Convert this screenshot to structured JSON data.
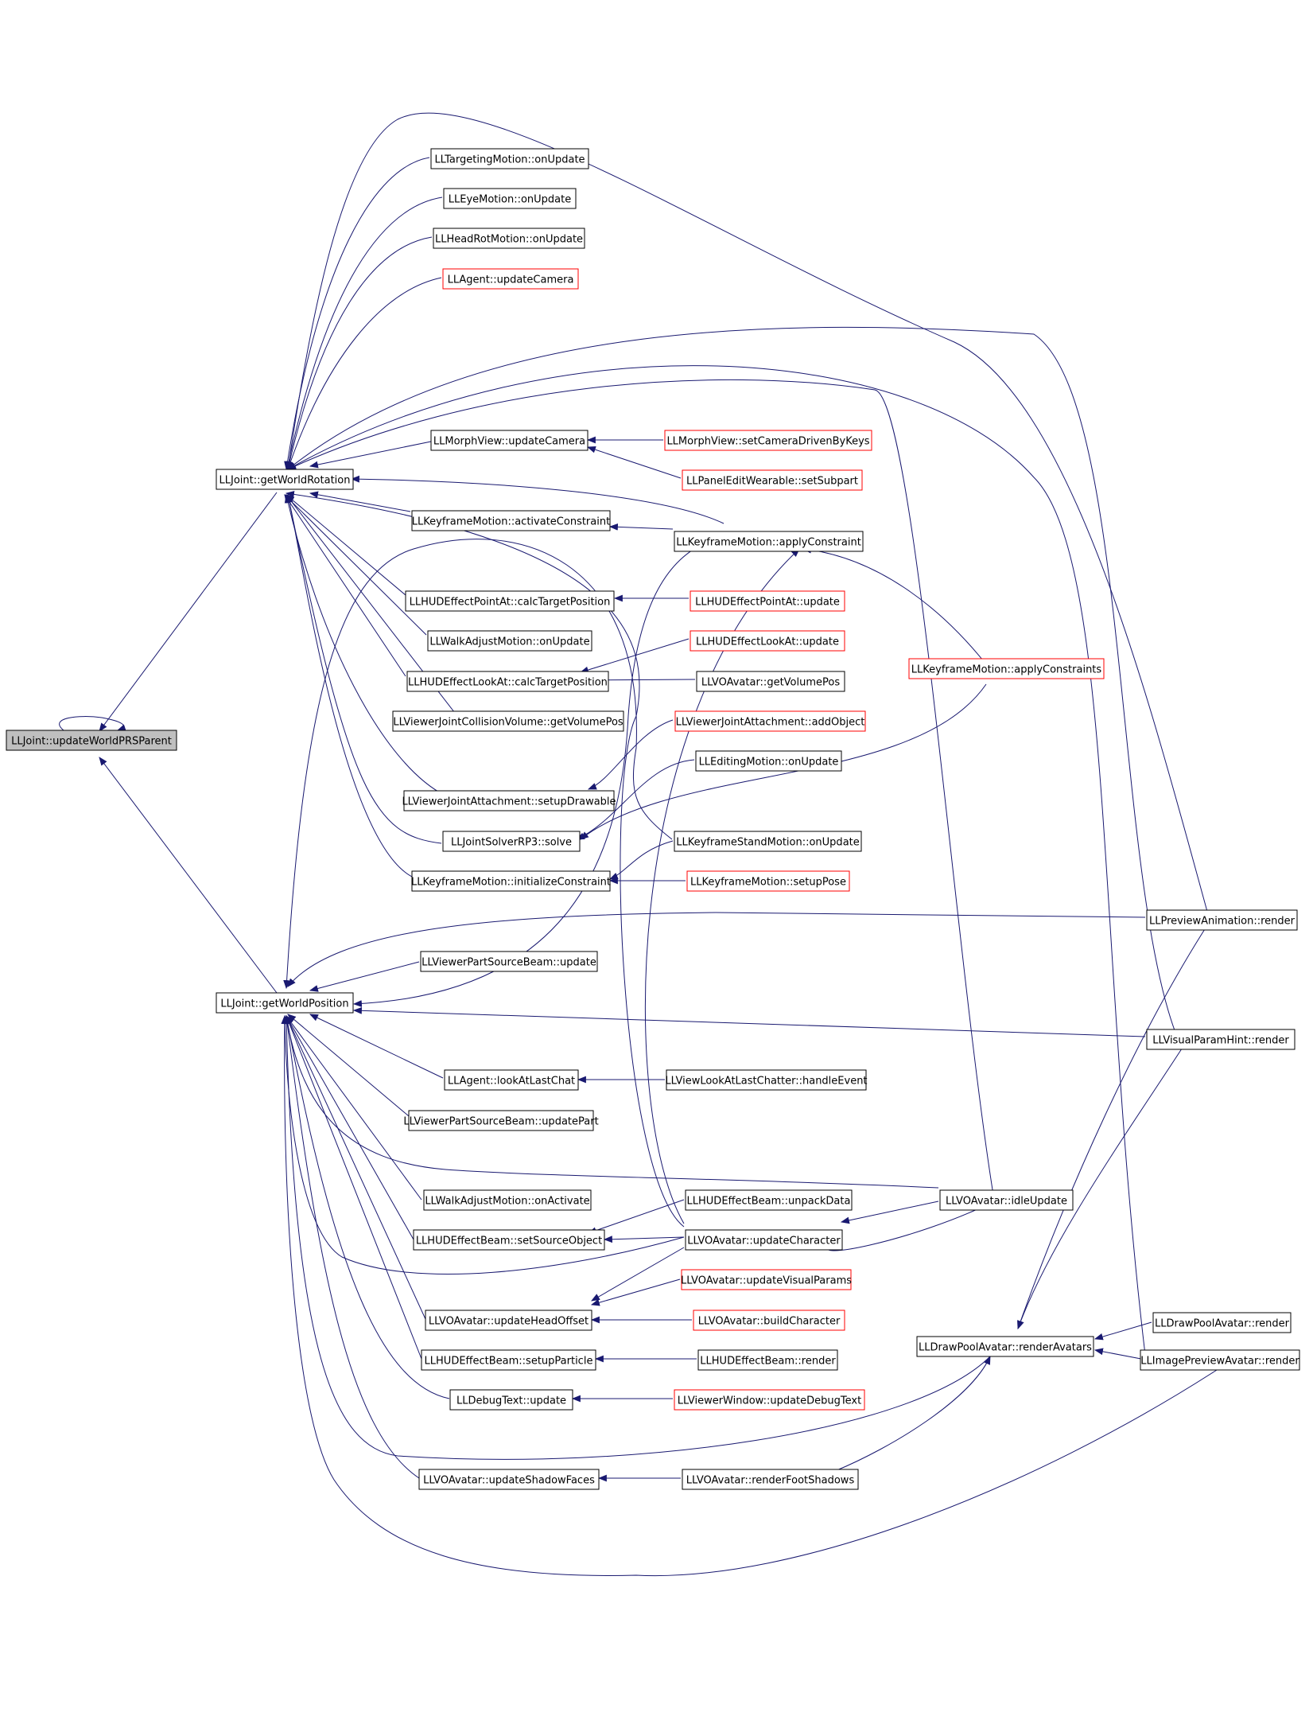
{
  "colors": {
    "edge": "#191970",
    "box_border": "#000000",
    "incomplete_border": "#ff0000",
    "focus_fill": "#bfbfbf",
    "background": "#ffffff"
  },
  "graph": {
    "root": {
      "label": "LLJoint::updateWorldPRSParent",
      "kind": "focus"
    },
    "nodes": [
      {
        "id": "gwr",
        "label": "LLJoint::getWorldRotation",
        "kind": "normal"
      },
      {
        "id": "gwp",
        "label": "LLJoint::getWorldPosition",
        "kind": "normal"
      },
      {
        "id": "tm_on",
        "label": "LLTargetingMotion::onUpdate",
        "kind": "normal"
      },
      {
        "id": "eye_on",
        "label": "LLEyeMotion::onUpdate",
        "kind": "normal"
      },
      {
        "id": "head_on",
        "label": "LLHeadRotMotion::onUpdate",
        "kind": "normal"
      },
      {
        "id": "agent_cam",
        "label": "LLAgent::updateCamera",
        "kind": "incomplete"
      },
      {
        "id": "morph_cam",
        "label": "LLMorphView::updateCamera",
        "kind": "normal"
      },
      {
        "id": "morph_set",
        "label": "LLMorphView::setCameraDrivenByKeys",
        "kind": "incomplete"
      },
      {
        "id": "panel_sub",
        "label": "LLPanelEditWearable::setSubpart",
        "kind": "incomplete"
      },
      {
        "id": "kf_act",
        "label": "LLKeyframeMotion::activateConstraint",
        "kind": "normal"
      },
      {
        "id": "kf_apply",
        "label": "LLKeyframeMotion::applyConstraint",
        "kind": "normal"
      },
      {
        "id": "hud_pa_calc",
        "label": "LLHUDEffectPointAt::calcTargetPosition",
        "kind": "normal"
      },
      {
        "id": "hud_pa_up",
        "label": "LLHUDEffectPointAt::update",
        "kind": "incomplete"
      },
      {
        "id": "walk_on",
        "label": "LLWalkAdjustMotion::onUpdate",
        "kind": "normal"
      },
      {
        "id": "hud_la_up",
        "label": "LLHUDEffectLookAt::update",
        "kind": "incomplete"
      },
      {
        "id": "kf_applies",
        "label": "LLKeyframeMotion::applyConstraints",
        "kind": "incomplete"
      },
      {
        "id": "hud_la_calc",
        "label": "LLHUDEffectLookAt::calcTargetPosition",
        "kind": "normal"
      },
      {
        "id": "vo_getvol",
        "label": "LLVOAvatar::getVolumePos",
        "kind": "normal"
      },
      {
        "id": "vjcv_getvol",
        "label": "LLViewerJointCollisionVolume::getVolumePos",
        "kind": "normal"
      },
      {
        "id": "vja_add",
        "label": "LLViewerJointAttachment::addObject",
        "kind": "incomplete"
      },
      {
        "id": "edit_on",
        "label": "LLEditingMotion::onUpdate",
        "kind": "normal"
      },
      {
        "id": "vja_setup",
        "label": "LLViewerJointAttachment::setupDrawable",
        "kind": "normal"
      },
      {
        "id": "solver",
        "label": "LLJointSolverRP3::solve",
        "kind": "normal"
      },
      {
        "id": "kfstand_on",
        "label": "LLKeyframeStandMotion::onUpdate",
        "kind": "normal"
      },
      {
        "id": "kf_init",
        "label": "LLKeyframeMotion::initializeConstraint",
        "kind": "normal"
      },
      {
        "id": "kf_setup",
        "label": "LLKeyframeMotion::setupPose",
        "kind": "incomplete"
      },
      {
        "id": "prev_anim",
        "label": "LLPreviewAnimation::render",
        "kind": "normal"
      },
      {
        "id": "psb_update",
        "label": "LLViewerPartSourceBeam::update",
        "kind": "normal"
      },
      {
        "id": "vph_render",
        "label": "LLVisualParamHint::render",
        "kind": "normal"
      },
      {
        "id": "agent_look",
        "label": "LLAgent::lookAtLastChat",
        "kind": "normal"
      },
      {
        "id": "vlalc",
        "label": "LLViewLookAtLastChatter::handleEvent",
        "kind": "normal"
      },
      {
        "id": "psb_part",
        "label": "LLViewerPartSourceBeam::updatePart",
        "kind": "normal"
      },
      {
        "id": "walk_act",
        "label": "LLWalkAdjustMotion::onActivate",
        "kind": "normal"
      },
      {
        "id": "hudb_unpack",
        "label": "LLHUDEffectBeam::unpackData",
        "kind": "normal"
      },
      {
        "id": "vo_idle",
        "label": "LLVOAvatar::idleUpdate",
        "kind": "normal"
      },
      {
        "id": "hudb_setsrc",
        "label": "LLHUDEffectBeam::setSourceObject",
        "kind": "normal"
      },
      {
        "id": "vo_upchar",
        "label": "LLVOAvatar::updateCharacter",
        "kind": "normal"
      },
      {
        "id": "vo_upvis",
        "label": "LLVOAvatar::updateVisualParams",
        "kind": "incomplete"
      },
      {
        "id": "vo_uphead",
        "label": "LLVOAvatar::updateHeadOffset",
        "kind": "normal"
      },
      {
        "id": "vo_build",
        "label": "LLVOAvatar::buildCharacter",
        "kind": "incomplete"
      },
      {
        "id": "dpa_render",
        "label": "LLDrawPoolAvatar::render",
        "kind": "normal"
      },
      {
        "id": "dpa_renderav",
        "label": "LLDrawPoolAvatar::renderAvatars",
        "kind": "normal"
      },
      {
        "id": "hudb_setpart",
        "label": "LLHUDEffectBeam::setupParticle",
        "kind": "normal"
      },
      {
        "id": "hudb_render",
        "label": "LLHUDEffectBeam::render",
        "kind": "normal"
      },
      {
        "id": "ipa_render",
        "label": "LLImagePreviewAvatar::render",
        "kind": "normal"
      },
      {
        "id": "dbg_update",
        "label": "LLDebugText::update",
        "kind": "normal"
      },
      {
        "id": "vw_updbg",
        "label": "LLViewerWindow::updateDebugText",
        "kind": "incomplete"
      },
      {
        "id": "vo_shadow",
        "label": "LLVOAvatar::updateShadowFaces",
        "kind": "normal"
      },
      {
        "id": "vo_foot",
        "label": "LLVOAvatar::renderFootShadows",
        "kind": "normal"
      }
    ]
  }
}
